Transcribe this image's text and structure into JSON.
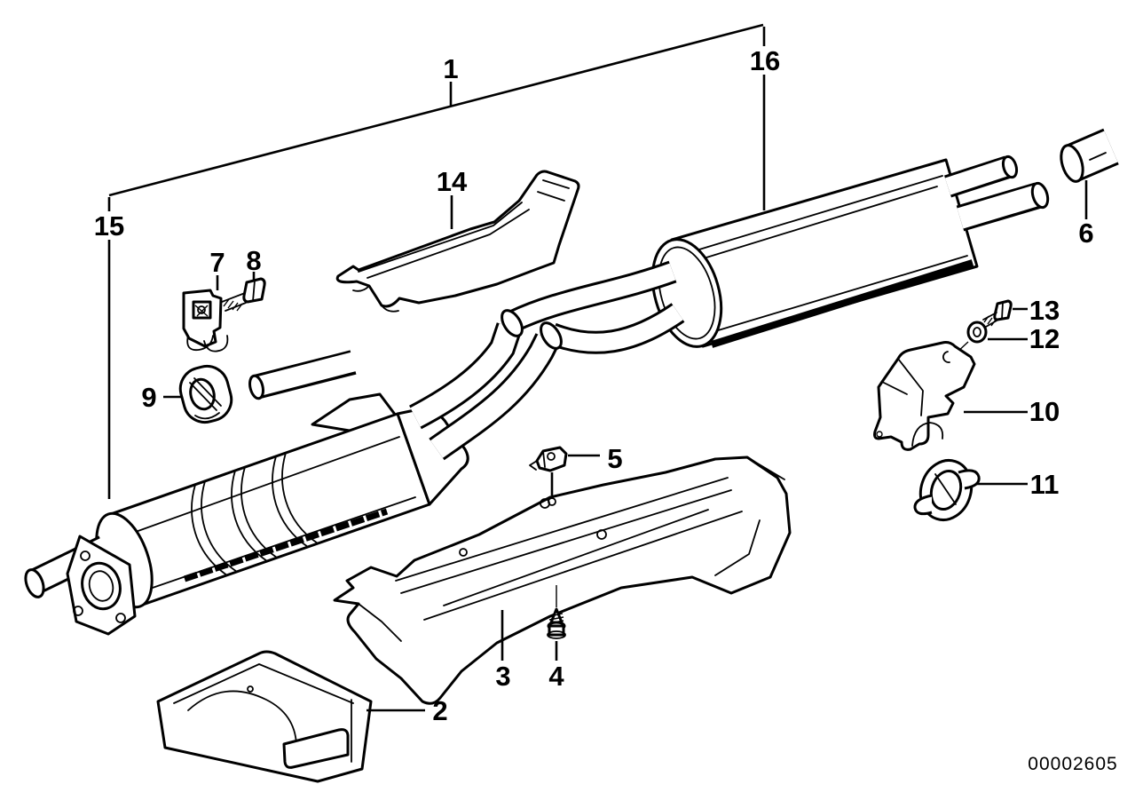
{
  "figure": {
    "type": "exploded-parts-diagram",
    "diagram_id": "00002605",
    "background_color": "#ffffff",
    "line_color": "#000000"
  },
  "callouts": {
    "c1": {
      "label": "1"
    },
    "c2": {
      "label": "2"
    },
    "c3": {
      "label": "3"
    },
    "c4": {
      "label": "4"
    },
    "c5": {
      "label": "5"
    },
    "c6": {
      "label": "6"
    },
    "c7": {
      "label": "7"
    },
    "c8": {
      "label": "8"
    },
    "c9": {
      "label": "9"
    },
    "c10": {
      "label": "10"
    },
    "c11": {
      "label": "11"
    },
    "c12": {
      "label": "12"
    },
    "c13": {
      "label": "13"
    },
    "c14": {
      "label": "14"
    },
    "c15": {
      "label": "15"
    },
    "c16": {
      "label": "16"
    }
  }
}
